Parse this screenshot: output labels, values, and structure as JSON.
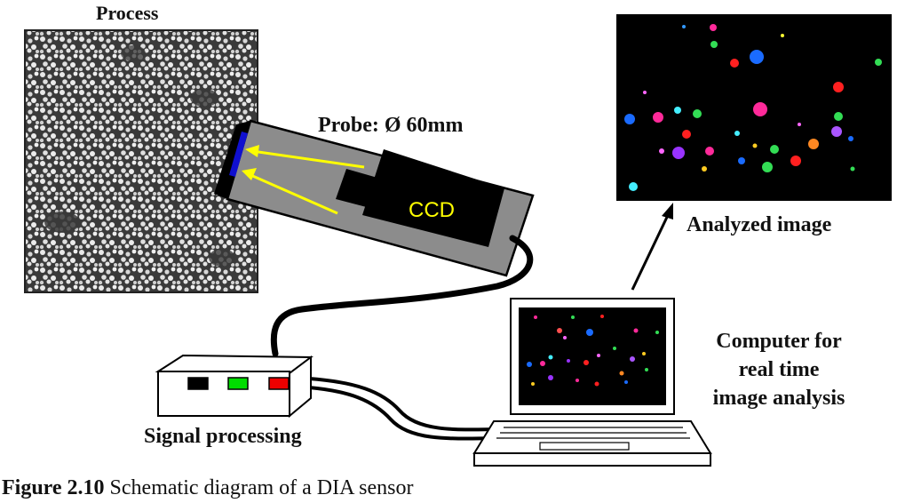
{
  "labels": {
    "process": "Process",
    "probe": "Probe: Ø 60mm",
    "ccd": "CCD",
    "analyzed_image": "Analyzed image",
    "computer_line1": "Computer for",
    "computer_line2": "real time",
    "computer_line3": "image analysis",
    "signal_processing": "Signal processing"
  },
  "caption": {
    "number": "Figure 2.10",
    "text": " Schematic diagram of a DIA sensor"
  },
  "colors": {
    "probe_body": "#8c8c8c",
    "window": "#1010d0",
    "light_arrows": "#ffff00",
    "ccd_text": "#ffff00",
    "button_black": "#000000",
    "button_green": "#00dd00",
    "button_red": "#ee0000"
  }
}
